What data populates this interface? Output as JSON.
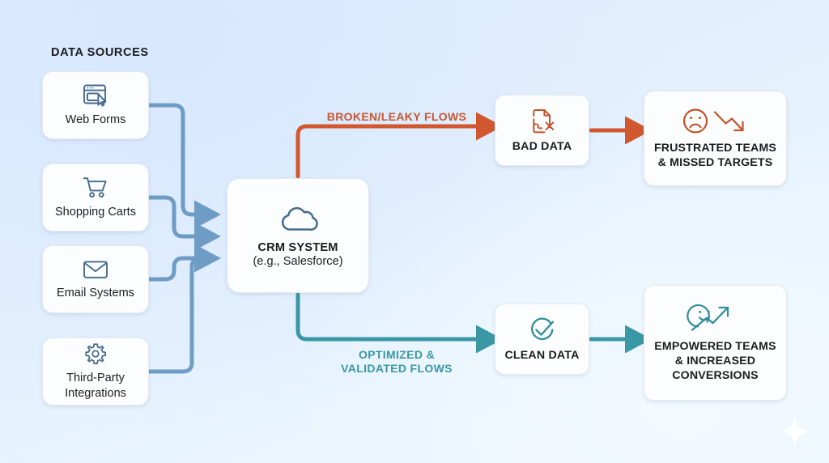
{
  "heading": "DATA SOURCES",
  "colors": {
    "background_top": "#dbeaff",
    "background_bottom": "#eef7ff",
    "card_fill": "#fcfdfe",
    "source_connector": "#6f9cc4",
    "bad_path": "#d1572f",
    "good_path": "#3a97a4",
    "text": "#1d1d1f",
    "bad_label_text": "#c8562f",
    "good_label_text": "#3a97a4"
  },
  "sources": [
    {
      "label": "Web Forms",
      "icon": "browser-window-cursor-icon"
    },
    {
      "label": "Shopping Carts",
      "icon": "shopping-cart-icon"
    },
    {
      "label": "Email Systems",
      "icon": "envelope-icon"
    },
    {
      "label": "Third-Party\nIntegrations",
      "label_line1": "Third-Party",
      "label_line2": "Integrations",
      "icon": "gear-icon"
    }
  ],
  "crm": {
    "icon": "cloud-icon",
    "title": "CRM SYSTEM",
    "subtitle": "(e.g., Salesforce)"
  },
  "paths": {
    "bad": {
      "edge_label": "BROKEN/LEAKY FLOWS",
      "middle": {
        "label": "BAD DATA",
        "icon": "broken-document-x-icon"
      },
      "outcome": {
        "icon": "sad-face-down-arrow-icon",
        "label_line1": "FRUSTRATED TEAMS",
        "label_line2": "& MISSED TARGETS"
      }
    },
    "good": {
      "edge_label_line1": "OPTIMIZED &",
      "edge_label_line2": "VALIDATED FLOWS",
      "middle": {
        "label": "CLEAN DATA",
        "icon": "check-circle-icon"
      },
      "outcome": {
        "icon": "smiley-face-up-arrow-icon",
        "label_line1": "EMPOWERED TEAMS",
        "label_line2": "& INCREASED",
        "label_line3": "CONVERSIONS"
      }
    }
  },
  "decoration": {
    "sparkle": "four-point-star-icon"
  }
}
